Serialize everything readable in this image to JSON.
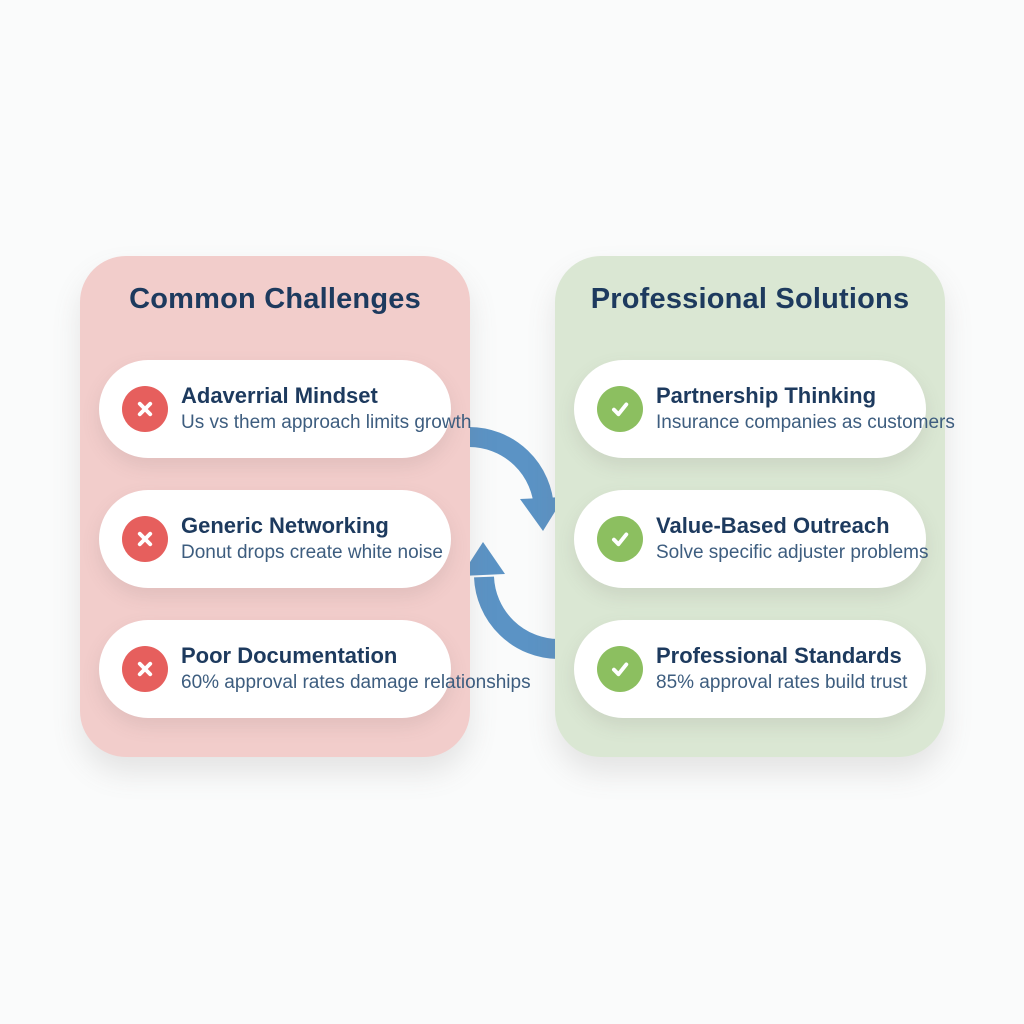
{
  "diagram": {
    "left_panel": {
      "title": "Common Challenges",
      "items": [
        {
          "title": "Adaverrial Mindset",
          "subtitle": "Us vs them approach limits growth"
        },
        {
          "title": "Generic Networking",
          "subtitle": "Donut drops create white noise"
        },
        {
          "title": "Poor Documentation",
          "subtitle": "60% approval rates damage relationships"
        }
      ]
    },
    "right_panel": {
      "title": "Professional Solutions",
      "items": [
        {
          "title": "Partnership Thinking",
          "subtitle": "Insurance companies as customers"
        },
        {
          "title": "Value-Based Outreach",
          "subtitle": "Solve specific adjuster problems"
        },
        {
          "title": "Professional Standards",
          "subtitle": "85% approval rates build trust"
        }
      ]
    },
    "icons": {
      "left": "x-circle-icon",
      "right": "check-circle-icon",
      "center": [
        "cycle-arrow-down-icon",
        "cycle-arrow-up-icon"
      ]
    }
  },
  "colors": {
    "page_bg": "#fafbfb",
    "panel_left_bg": "#f2cdcb",
    "panel_right_bg": "#dae7d3",
    "cross_bg": "#e65f5d",
    "check_bg": "#8cbf60",
    "arrow": "#5b93c5",
    "heading": "#1d3a5e",
    "subtext": "#3d5d7f",
    "card_bg": "#ffffff"
  }
}
